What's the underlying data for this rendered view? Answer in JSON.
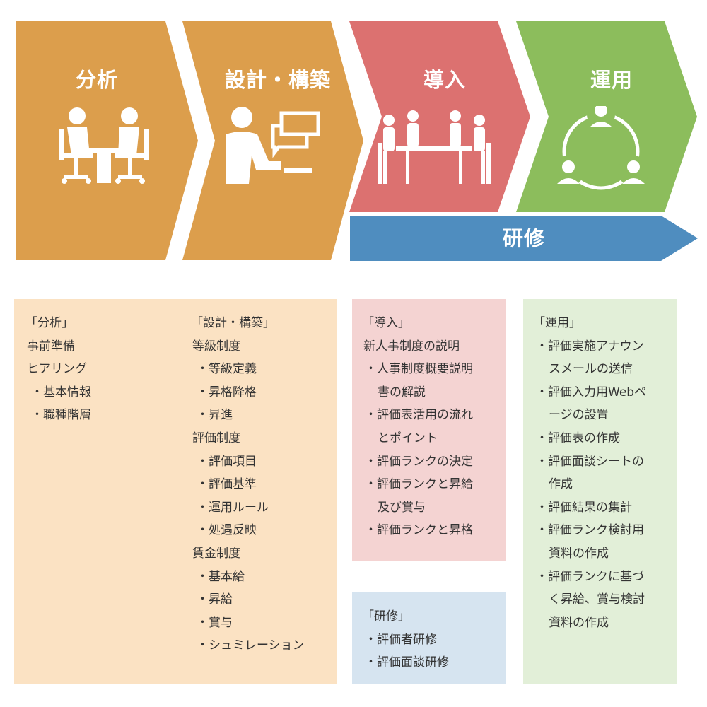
{
  "colors": {
    "analysis": "#dc9e4c",
    "intro": "#dc7170",
    "operation": "#8cbd5c",
    "training": "#4f8dbf",
    "panel_orange": "#fbe2c3",
    "panel_pink": "#f4d3d2",
    "panel_blue": "#d6e4f0",
    "panel_green": "#e2efd8"
  },
  "phases": [
    {
      "title": "分析",
      "icon": "two-people-meeting-icon"
    },
    {
      "title": "設計・構築",
      "icon": "person-computer-chat-icon"
    },
    {
      "title": "導入",
      "icon": "group-table-meeting-icon"
    },
    {
      "title": "運用",
      "icon": "people-cycle-icon"
    }
  ],
  "training_title": "研修",
  "panels": {
    "analysis": {
      "heading": "「分析」",
      "lines": [
        "事前準備",
        "ヒアリング",
        "・基本情報",
        "・職種階層"
      ]
    },
    "design": {
      "heading": "「設計・構築」",
      "lines": [
        "等級制度",
        "・等級定義",
        "・昇格降格",
        "・昇進",
        "評価制度",
        "・評価項目",
        "・評価基準",
        "・運用ルール",
        "・処遇反映",
        "賃金制度",
        "・基本給",
        "・昇給",
        "・賞与",
        "・シュミレーション"
      ]
    },
    "intro": {
      "heading": "「導入」",
      "lines": [
        "新人事制度の説明",
        "・人事制度概要説明",
        "書の解説",
        "・評価表活用の流れ",
        "とポイント",
        "・評価ランクの決定",
        "・評価ランクと昇給",
        "及び賞与",
        "・評価ランクと昇格"
      ]
    },
    "training": {
      "heading": "「研修」",
      "lines": [
        "・評価者研修",
        "・評価面談研修"
      ]
    },
    "operation": {
      "heading": "「運用」",
      "lines": [
        "・評価実施アナウン",
        "スメールの送信",
        "・評価入力用Webペ",
        "ージの設置",
        "・評価表の作成",
        "・評価面談シートの",
        "作成",
        "・評価結果の集計",
        "・評価ランク検討用",
        "資料の作成",
        "・評価ランクに基づ",
        "く昇給、賞与検討",
        "資料の作成"
      ]
    }
  }
}
